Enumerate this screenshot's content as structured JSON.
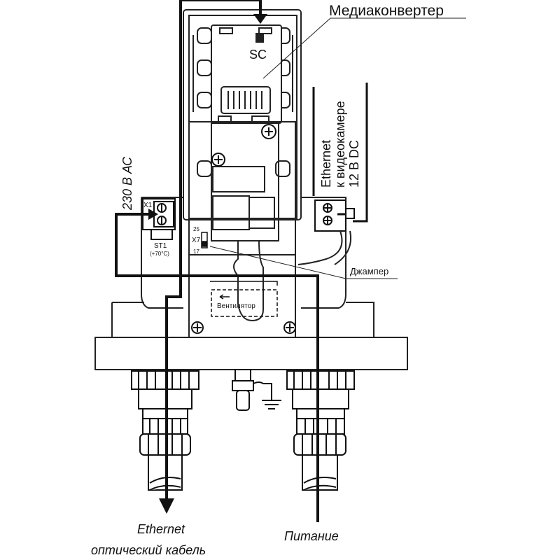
{
  "labels": {
    "media_converter": "Медиаконвертер",
    "sc": "SC",
    "ethernet_camera_line1": "Ethernet",
    "ethernet_camera_line2": "к видеокамере",
    "ethernet_camera_line3": "12 В DC",
    "ac_power": "230 В АС",
    "terminal_x1": "X1",
    "st1": "ST1",
    "st1_temp": "(+70°C)",
    "jumper_25": "25",
    "jumper_x7": "X7",
    "jumper_17": "17",
    "jumper": "Джампер",
    "fan": "Вентилятор",
    "ethernet_bottom": "Ethernet",
    "optical_cable": "оптический кабель",
    "power": "Питание"
  }
}
